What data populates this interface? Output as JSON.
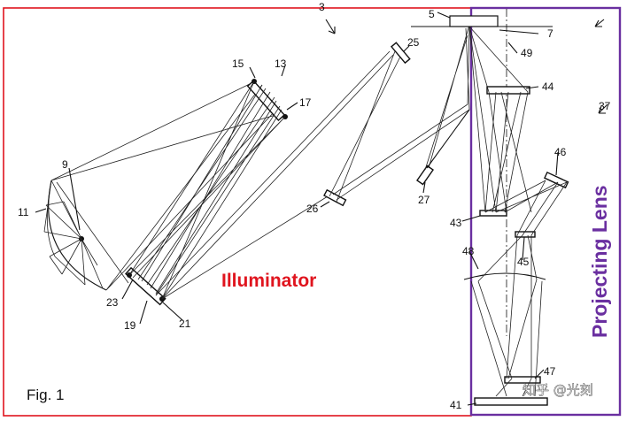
{
  "figure": {
    "caption": "Fig. 1",
    "illuminator_label": "Illuminator",
    "projecting_lens_label": "Projecting Lens",
    "watermark": "知乎 @光刻",
    "reference_numerals": [
      "3",
      "5",
      "7",
      "49",
      "44",
      "37",
      "25",
      "13",
      "15",
      "17",
      "9",
      "11",
      "26",
      "27",
      "46",
      "43",
      "48",
      "45",
      "23",
      "19",
      "21",
      "47",
      "41"
    ],
    "colors": {
      "illuminator_frame": "#e0141e",
      "projecting_lens_frame": "#6a2fa0",
      "lines": "#111111"
    }
  }
}
